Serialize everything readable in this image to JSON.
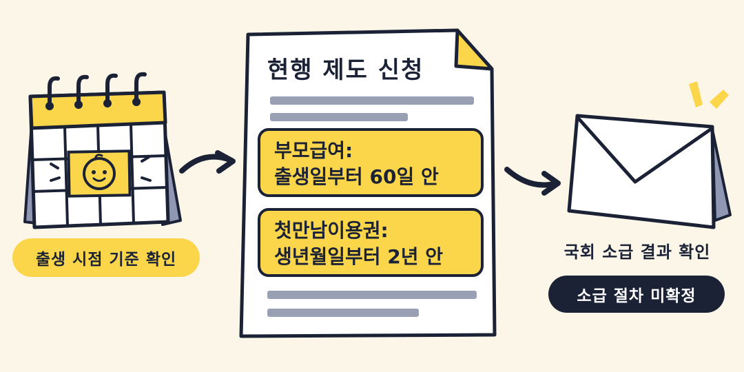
{
  "left": {
    "label": "출생 시점 기준 확인"
  },
  "document": {
    "title": "현행 제도 신청",
    "cards": [
      {
        "line1": "부모급여:",
        "line2": "출생일부터 60일 안"
      },
      {
        "line1": "첫만남이용권:",
        "line2": "생년월일부터 2년 안"
      }
    ]
  },
  "right": {
    "title": "국회 소급 결과 확인",
    "badge": "소급 절차 미확정"
  },
  "colors": {
    "background": "#fbf6e7",
    "accent_yellow": "#fbd64a",
    "ink_navy": "#1b2236",
    "placeholder_gray": "#9aa0b3"
  },
  "icons": [
    "calendar-baby-icon",
    "arrow-right-icon",
    "document-icon",
    "envelope-icon",
    "sparkle-icon"
  ]
}
